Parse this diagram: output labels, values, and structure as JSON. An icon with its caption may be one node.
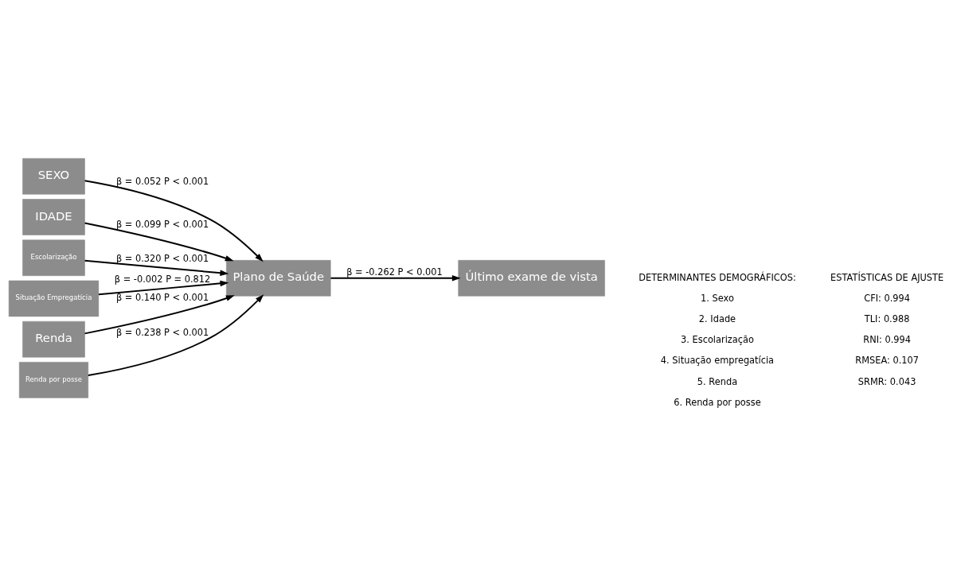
{
  "diagram": {
    "nodes": [
      {
        "text": [
          "SEXO"
        ]
      },
      {
        "text": [
          "IDADE"
        ]
      },
      {
        "text": [
          "Escolarização"
        ]
      },
      {
        "text": [
          "Plano de Saúde"
        ]
      },
      {
        "text": [
          "Último exame de vista"
        ]
      },
      {
        "text": [
          "Situação Empregatícia"
        ]
      },
      {
        "text": [
          "Renda"
        ]
      },
      {
        "text": [
          "Renda por posse"
        ]
      }
    ],
    "edges": [
      {
        "from": 0,
        "to": 3,
        "arrow": "to",
        "label": "β = 0.052 P < 0.001"
      },
      {
        "from": 1,
        "to": 3,
        "arrow": "to",
        "label": "β = 0.099 P < 0.001"
      },
      {
        "from": 2,
        "to": 3,
        "arrow": "to",
        "label": "β = 0.320 P < 0.001"
      },
      {
        "from": 5,
        "to": 3,
        "arrow": "to",
        "label": "β = -0.002 P = 0.812"
      },
      {
        "from": 6,
        "to": 3,
        "arrow": "to",
        "label": "β = 0.140 P < 0.001"
      },
      {
        "from": 7,
        "to": 3,
        "arrow": "to",
        "label": "β = 0.238 P < 0.001"
      },
      {
        "from": 3,
        "to": 4,
        "arrow": "to",
        "label": "β = -0.262 P < 0.001"
      }
    ],
    "labels": [
      "DETERMINANTES DEMOGRÁFICOS:",
      "1. Sexo",
      "2. Idade",
      "3. Escolarização",
      "4. Situação empregatícia",
      "5. Renda",
      "6. Renda por posse",
      "ESTATÍSTICAS DE AJUSTE",
      "CFI: 0.994",
      "TLI: 0.988",
      "RNI: 0.994",
      "RMSEA: 0.107",
      "SRMR: 0.043"
    ]
  }
}
